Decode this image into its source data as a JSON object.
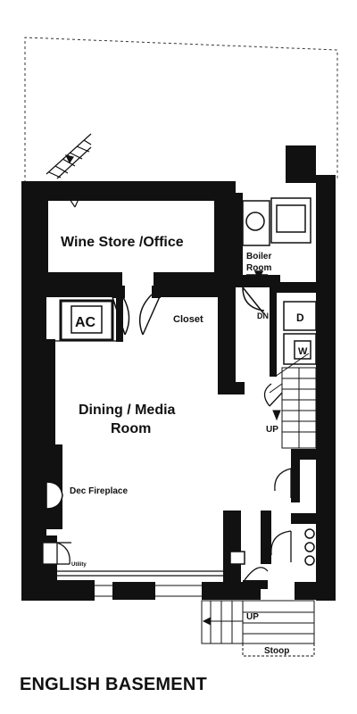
{
  "plan": {
    "title": "ENGLISH BASEMENT",
    "rooms": {
      "wine_store_office": "Wine Store /Office",
      "ac": "AC",
      "closet": "Closet",
      "boiler_room_line1": "Boiler",
      "boiler_room_line2": "Room",
      "dining_media_line1": "Dining / Media",
      "dining_media_line2": "Room",
      "dec_fireplace": "Dec Fireplace",
      "utility": "Utility",
      "dryer": "D",
      "washer": "W",
      "dn": "DN",
      "stoop": "Stoop"
    },
    "stairs": {
      "top_up": "UP",
      "hall_up": "UP",
      "stoop_up": "UP"
    }
  }
}
